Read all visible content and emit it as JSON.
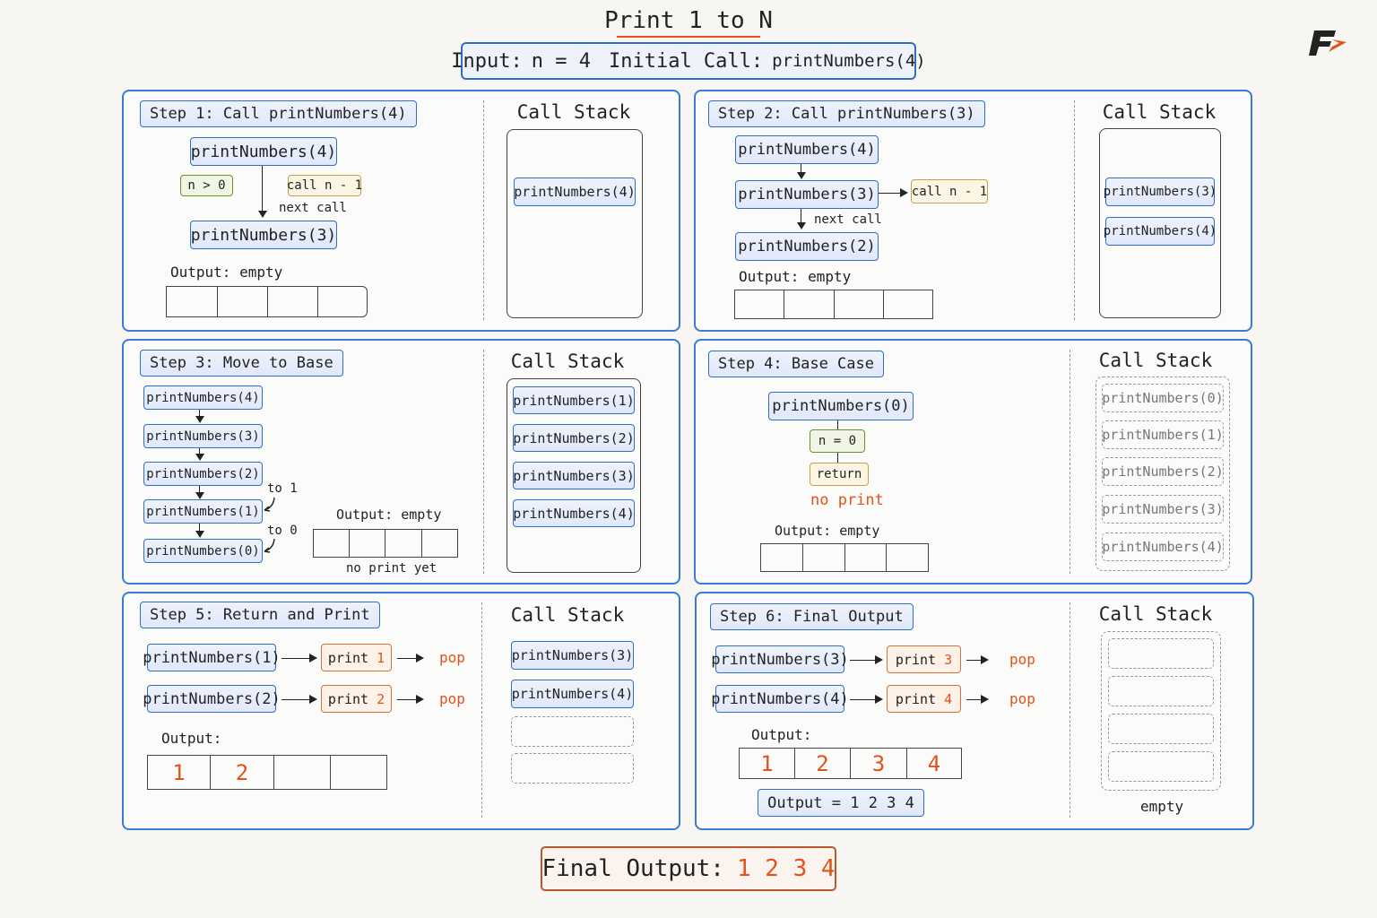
{
  "header": {
    "title": "Print 1 to N",
    "input_label": "Input:",
    "input_value": "n = 4",
    "initial_call_label": "Initial Call:",
    "initial_call_value": "printNumbers(4)"
  },
  "call_stack_title": "Call Stack",
  "output_label": "Output:",
  "empty_word": "empty",
  "steps": [
    {
      "label": "Step 1: Call printNumbers(4)",
      "top_call": "printNumbers(4)",
      "condition": "n > 0",
      "action": "call n - 1",
      "arrow_label": "next call",
      "next_call": "printNumbers(3)",
      "output": "Output: empty",
      "stack": [
        "printNumbers(4)"
      ]
    },
    {
      "label": "Step 2: Call printNumbers(3)",
      "calls": [
        "printNumbers(4)",
        "printNumbers(3)",
        "printNumbers(2)"
      ],
      "action": "call n - 1",
      "arrow_label": "next call",
      "output": "Output: empty",
      "stack": [
        "printNumbers(3)",
        "printNumbers(4)"
      ]
    },
    {
      "label": "Step 3: Move to Base",
      "calls": [
        "printNumbers(4)",
        "printNumbers(3)",
        "printNumbers(2)",
        "printNumbers(1)",
        "printNumbers(0)"
      ],
      "notes": [
        "to 1",
        "to 0"
      ],
      "output": "Output: empty",
      "output_note": "no print yet",
      "stack": [
        "printNumbers(1)",
        "printNumbers(2)",
        "printNumbers(3)",
        "printNumbers(4)"
      ]
    },
    {
      "label": "Step 4: Base Case",
      "call": "printNumbers(0)",
      "condition": "n = 0",
      "action": "return",
      "note": "no print",
      "output": "Output: empty",
      "stack": [
        "printNumbers(0)",
        "printNumbers(1)",
        "printNumbers(2)",
        "printNumbers(3)",
        "printNumbers(4)"
      ]
    },
    {
      "label": "Step 5: Return and Print",
      "rows": [
        {
          "call": "printNumbers(1)",
          "print_word": "print",
          "print_value": "1",
          "pop": "pop"
        },
        {
          "call": "printNumbers(2)",
          "print_word": "print",
          "print_value": "2",
          "pop": "pop"
        }
      ],
      "output_values": [
        "1",
        "2",
        "",
        ""
      ],
      "stack": [
        "printNumbers(3)",
        "printNumbers(4)"
      ]
    },
    {
      "label": "Step 6: Final Output",
      "rows": [
        {
          "call": "printNumbers(3)",
          "print_word": "print",
          "print_value": "3",
          "pop": "pop"
        },
        {
          "call": "printNumbers(4)",
          "print_word": "print",
          "print_value": "4",
          "pop": "pop"
        }
      ],
      "output_values": [
        "1",
        "2",
        "3",
        "4"
      ],
      "output_summary": "Output = 1 2 3 4",
      "stack_note": "empty"
    }
  ],
  "final": {
    "label": "Final Output:",
    "value": "1 2 3 4"
  },
  "colors": {
    "accent_blue": "#3a7bd5",
    "highlight_orange": "#e0531c",
    "condition_green": "#6b8f2c",
    "action_gold": "#c9a04a"
  },
  "logo_icon": "brand-logo-icon"
}
